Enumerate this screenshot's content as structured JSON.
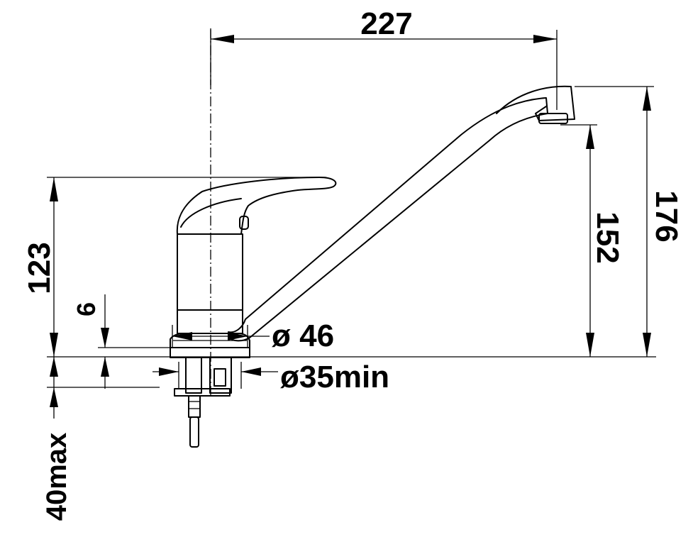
{
  "labels": {
    "width_total": "227",
    "height_total": "176",
    "height_spout": "152",
    "height_lever": "123",
    "deck_thickness": "6",
    "base_diameter": "ø 46",
    "hole_diameter": "ø35min",
    "counter_thickness": "40max"
  },
  "colors": {
    "line": "#000000",
    "background": "#ffffff"
  }
}
